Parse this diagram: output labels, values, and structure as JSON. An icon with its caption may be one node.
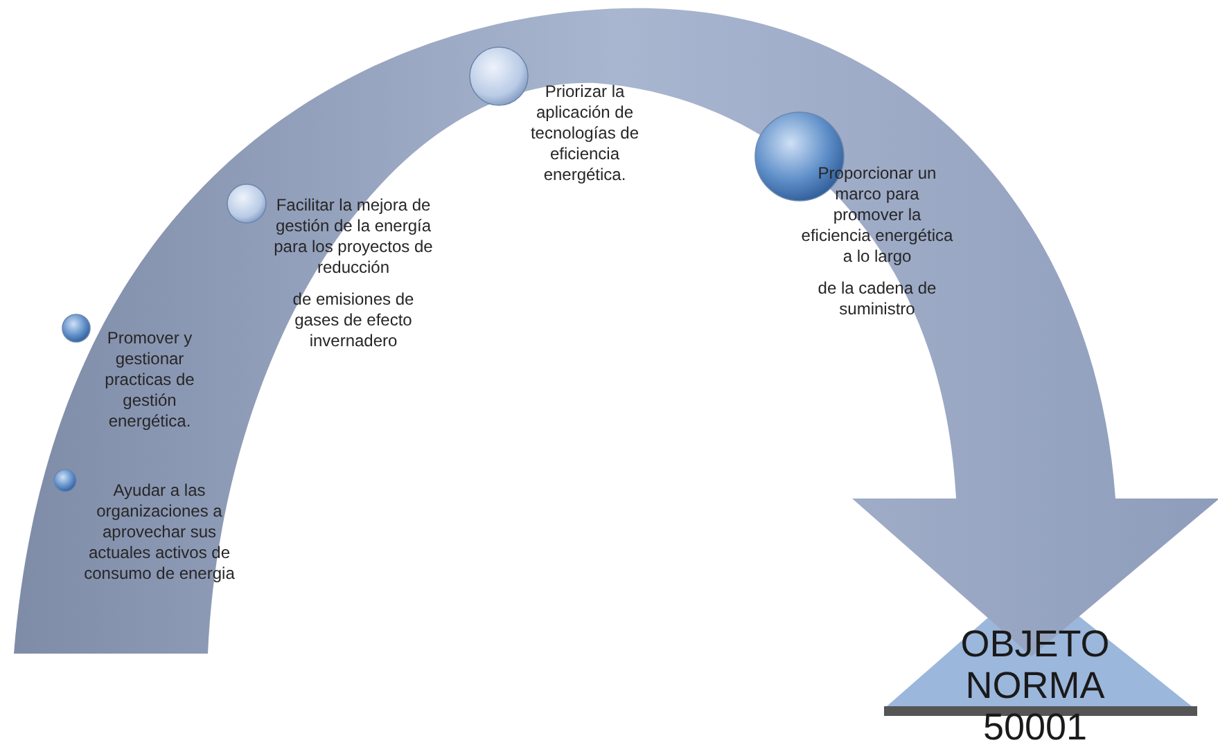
{
  "diagram": {
    "nodes": [
      {
        "text": [
          "Ayudar a las organizaciones a aprovechar sus actuales activos de consumo de energia"
        ]
      },
      {
        "text": [
          "Promover y gestionar practicas de gestión energética."
        ]
      },
      {
        "text": [
          "Facilitar la mejora de gestión de la energía para los proyectos de reducción",
          "de emisiones de gases de efecto invernadero"
        ]
      },
      {
        "text": [
          "Priorizar la aplicación de tecnologías de eficiencia energética."
        ]
      },
      {
        "text": [
          "Proporcionar un marco para promover la eficiencia energética a lo largo",
          "de la cadena de suministro"
        ]
      },
      {
        "text": [
          "OBJETO NORMA 50001"
        ]
      }
    ],
    "edges": [
      {
        "from": null,
        "to": 5,
        "arrow": "to",
        "style": "thick"
      }
    ]
  }
}
